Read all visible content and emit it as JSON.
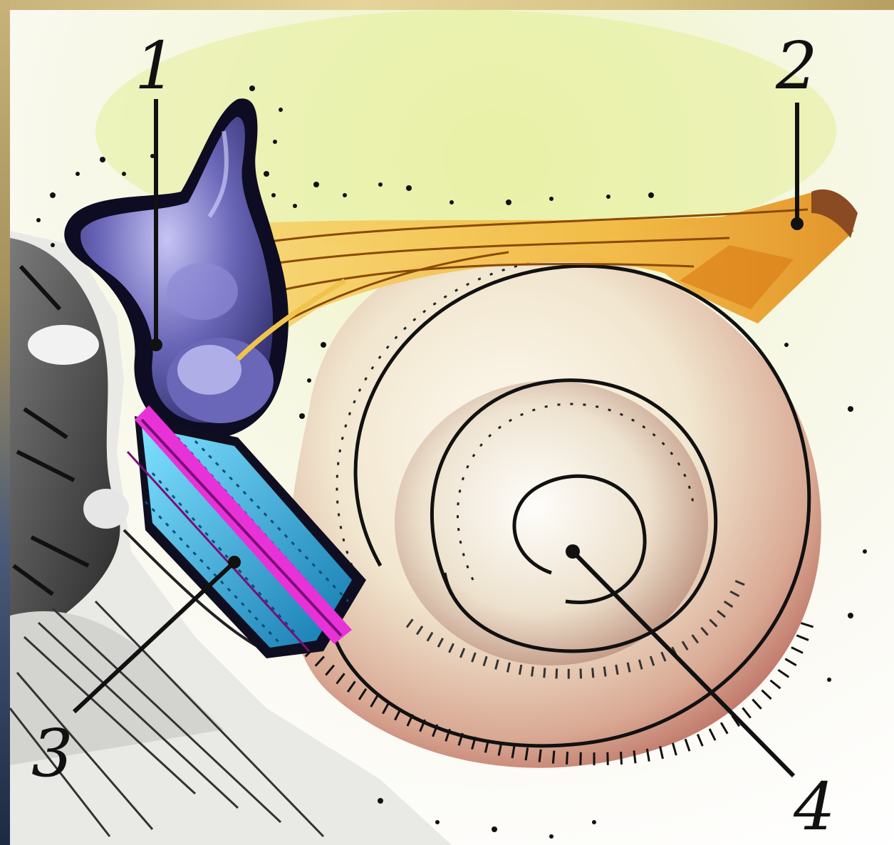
{
  "diagram": {
    "labels": [
      {
        "id": "1",
        "text": "1"
      },
      {
        "id": "2",
        "text": "2"
      },
      {
        "id": "3",
        "text": "3"
      },
      {
        "id": "4",
        "text": "4"
      }
    ]
  },
  "colors": {
    "background_top": "#e8f0a8",
    "background_mid": "#f7f7e6",
    "cochlea_base": "#f3eee2",
    "cochlea_shade": "#a94a44",
    "vestibule": "#4b4a9a",
    "nerve": "#f0a522",
    "tube_magenta": "#e832d8",
    "tube_blue": "#25a8d8",
    "line": "#111111"
  }
}
